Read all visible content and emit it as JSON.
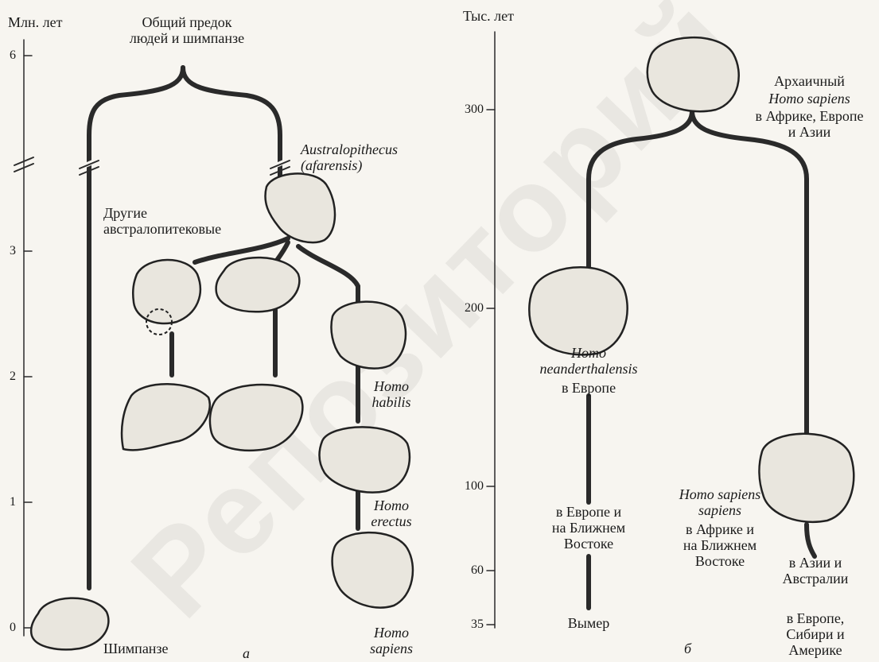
{
  "panel_a": {
    "axis_title": "Млн. лет",
    "ticks": [
      "6",
      "3",
      "2",
      "1",
      "0"
    ],
    "ancestor": "Общий предок\nлюдей и шимпанзе",
    "australopithecus": "Australopithecus\n(afarensis)",
    "others": "Другие\nавстралопитековые",
    "homo_habilis": "Homo\nhabilis",
    "homo_erectus": "Homo\nerectus",
    "homo_sapiens": "Homo\nsapiens",
    "chimp": "Шимпанзе",
    "panel_letter": "а"
  },
  "panel_b": {
    "axis_title": "Тыс. лет",
    "ticks": [
      "300",
      "200",
      "100",
      "60",
      "35"
    ],
    "archaic_1": "Архаичный",
    "archaic_2": "Homo sapiens",
    "archaic_3": "в Африке, Европе\nи Азии",
    "neanderthal_1": "Homo\nneanderthalensis",
    "neanderthal_2": "в Европе",
    "europe_near_east": "в Европе и\nна Ближнем\nВостоке",
    "extinct": "Вымер",
    "sapiens_sapiens_1": "Homo sapiens\nsapiens",
    "sapiens_sapiens_2": "в Африке и\nна Ближнем\nВостоке",
    "asia_australia": "в Азии и\nАвстралии",
    "europe_siberia_america": "в Европе,\nСибири и\nАмерике",
    "panel_letter": "б"
  },
  "watermark": "Репозиторий"
}
